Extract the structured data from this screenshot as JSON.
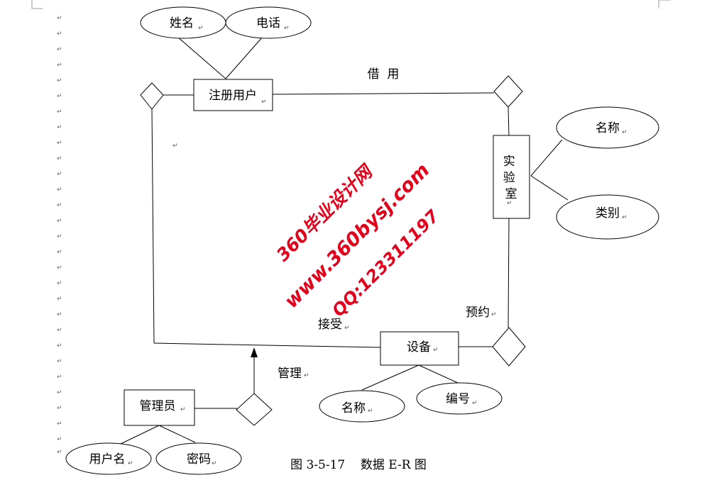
{
  "entities": {
    "registered_user": "注册用户",
    "lab": "实\n验\n室",
    "equipment": "设备",
    "admin": "管理员"
  },
  "attributes": {
    "name": "姓名",
    "phone": "电话",
    "lab_name": "名称",
    "lab_category": "类别",
    "equip_name": "名称",
    "equip_number": "编号",
    "username": "用户名",
    "password": "密码"
  },
  "relationships": {
    "borrow": "借  用",
    "reserve": "预约",
    "accept": "接受",
    "manage": "管理"
  },
  "caption": "图 3-5-17    数据 E-R 图",
  "watermark": {
    "line1": "360毕业设计网",
    "line2": "www.360bysj.com",
    "line3": "QQ:123311197"
  },
  "paragraph_mark": "↵",
  "colors": {
    "stroke": "#000000",
    "watermark": "#e3001b"
  }
}
